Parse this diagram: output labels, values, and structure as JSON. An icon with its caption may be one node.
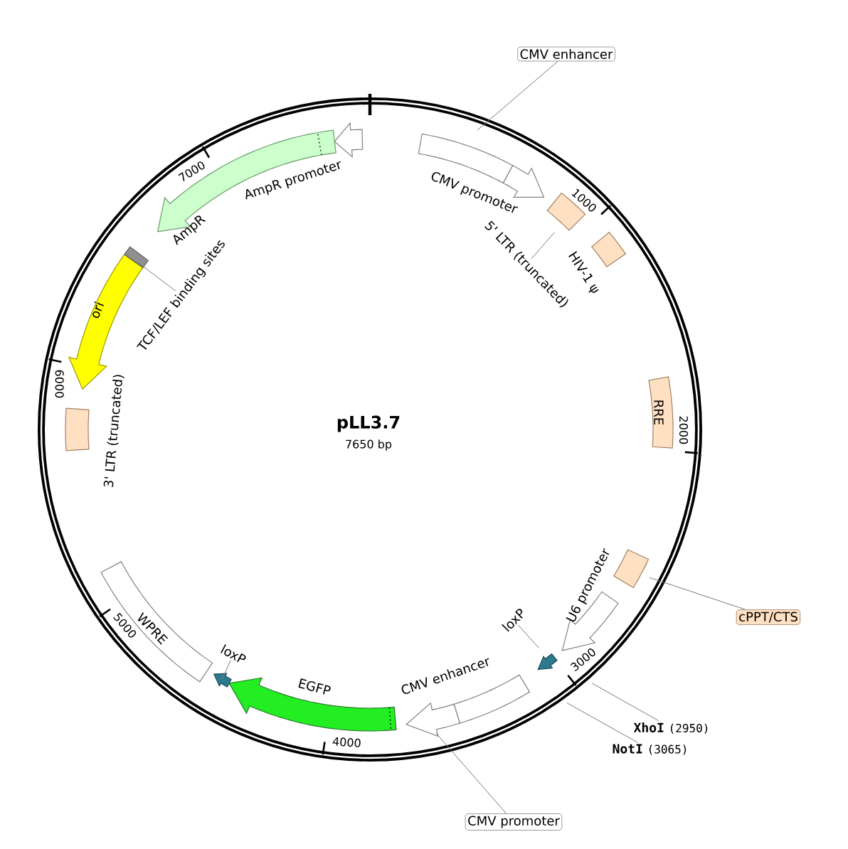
{
  "diagram": {
    "title": "pLL3.7",
    "nodes": [
      {
        "text": [
          "CMV enhancer"
        ]
      },
      {
        "text": [],
        "shape": "box"
      },
      {
        "text": [
          "CMV promoter"
        ]
      },
      {
        "text": [
          "5' LTR (truncated)"
        ]
      },
      {
        "text": [],
        "shape": "box"
      },
      {
        "text": [
          "HIV-1 ψ"
        ]
      },
      {
        "text": [
          "RRE"
        ]
      },
      {
        "text": [
          "cPPT/CTS"
        ]
      },
      {
        "text": [],
        "shape": "box"
      },
      {
        "text": [
          "U6 promoter"
        ]
      },
      {
        "text": [
          "loxP"
        ]
      },
      {
        "text": [],
        "shape": "arrow"
      },
      {
        "text": [
          "CMV enhancer"
        ]
      },
      {
        "text": [],
        "shape": "arrow"
      },
      {
        "text": [
          "CMV promoter"
        ]
      },
      {
        "text": [
          "EGFP"
        ]
      },
      {
        "text": [
          "loxP"
        ]
      },
      {
        "text": [],
        "shape": "arrow"
      },
      {
        "text": [
          "WPRE"
        ]
      },
      {
        "text": [
          "3' LTR (truncated)"
        ]
      },
      {
        "text": [
          "ori"
        ]
      },
      {
        "text": [
          "TCF/LEF binding sites"
        ]
      },
      {
        "text": [],
        "shape": "box"
      },
      {
        "text": [
          "AmpR"
        ]
      },
      {
        "text": [
          "AmpR promoter"
        ]
      },
      {
        "text": [
          "XhoI",
          "(2950)"
        ]
      },
      {
        "text": [
          "NotI",
          "(3065)"
        ]
      }
    ],
    "edges": [
      {
        "from": 0,
        "to": 1,
        "arrow": "none"
      },
      {
        "from": 3,
        "to": 4,
        "arrow": "none"
      },
      {
        "from": 7,
        "to": 8,
        "arrow": "none"
      },
      {
        "from": 10,
        "to": 11,
        "arrow": "none"
      },
      {
        "from": 14,
        "to": 13,
        "arrow": "none"
      },
      {
        "from": 16,
        "to": 17,
        "arrow": "none"
      },
      {
        "from": 21,
        "to": 22,
        "arrow": "none"
      },
      {
        "from": 25,
        "to": null,
        "arrow": "none"
      },
      {
        "from": 26,
        "to": null,
        "arrow": "none"
      }
    ],
    "labels": [
      "7650 bp",
      "1000",
      "2000",
      "3000",
      "4000",
      "5000",
      "6000",
      "7000"
    ]
  }
}
